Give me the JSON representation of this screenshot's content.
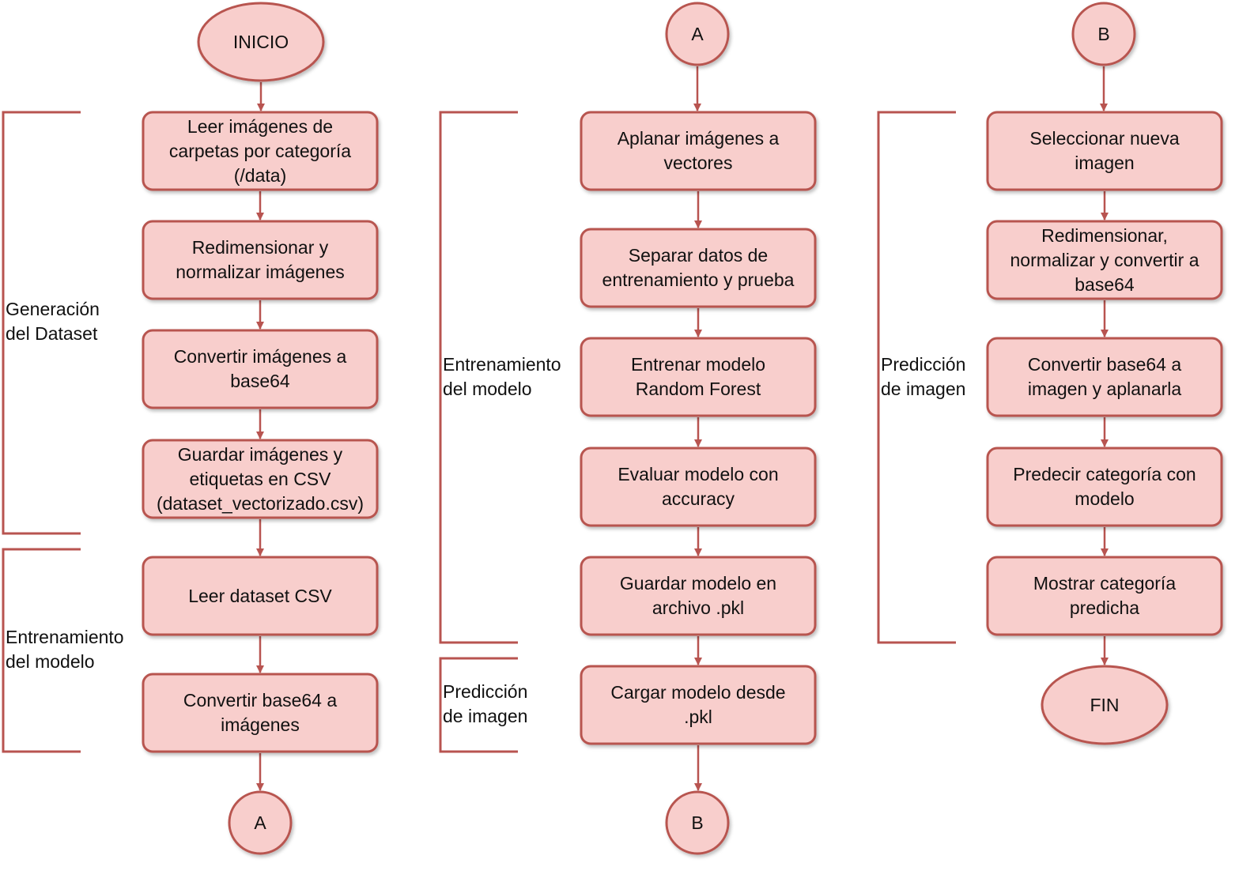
{
  "colors": {
    "fill": "#f8cecc",
    "stroke": "#b85450",
    "text": "#111111"
  },
  "columns": [
    {
      "nodes": [
        {
          "id": "inicio",
          "shape": "ellipse",
          "text": "INICIO"
        },
        {
          "id": "leer-imagenes",
          "shape": "box",
          "text": "Leer imágenes de\ncarpetas por categoría\n(/data)"
        },
        {
          "id": "redimensionar",
          "shape": "box",
          "text": "Redimensionar y\nnormalizar imágenes"
        },
        {
          "id": "convertir-base64",
          "shape": "box",
          "text": "Convertir imágenes a\nbase64"
        },
        {
          "id": "guardar-csv",
          "shape": "box",
          "text": "Guardar imágenes y\netiquetas en CSV\n(dataset_vectorizado.csv)"
        },
        {
          "id": "leer-dataset",
          "shape": "box",
          "text": "Leer dataset CSV"
        },
        {
          "id": "convertir-imagenes",
          "shape": "box",
          "text": "Convertir base64 a\nimágenes"
        },
        {
          "id": "connector-a-out",
          "shape": "circle",
          "text": "A"
        }
      ],
      "groups": [
        {
          "label": "Generación\ndel Dataset"
        },
        {
          "label": "Entrenamiento\ndel modelo"
        }
      ]
    },
    {
      "nodes": [
        {
          "id": "connector-a-in",
          "shape": "circle",
          "text": "A"
        },
        {
          "id": "aplanar",
          "shape": "box",
          "text": "Aplanar imágenes a\nvectores"
        },
        {
          "id": "separar",
          "shape": "box",
          "text": "Separar datos de\nentrenamiento y prueba"
        },
        {
          "id": "entrenar",
          "shape": "box",
          "text": "Entrenar modelo\nRandom Forest"
        },
        {
          "id": "evaluar",
          "shape": "box",
          "text": "Evaluar modelo con\naccuracy"
        },
        {
          "id": "guardar-modelo",
          "shape": "box",
          "text": "Guardar modelo en\narchivo .pkl"
        },
        {
          "id": "cargar-modelo",
          "shape": "box",
          "text": "Cargar modelo desde\n.pkl"
        },
        {
          "id": "connector-b-out",
          "shape": "circle",
          "text": "B"
        }
      ],
      "groups": [
        {
          "label": "Entrenamiento\ndel modelo"
        },
        {
          "label": "Predicción\nde imagen"
        }
      ]
    },
    {
      "nodes": [
        {
          "id": "connector-b-in",
          "shape": "circle",
          "text": "B"
        },
        {
          "id": "seleccionar",
          "shape": "box",
          "text": "Seleccionar nueva\nimagen"
        },
        {
          "id": "redimensionar-convertir",
          "shape": "box",
          "text": "Redimensionar,\nnormalizar y convertir a\nbase64"
        },
        {
          "id": "convertir-aplanar",
          "shape": "box",
          "text": "Convertir base64 a\nimagen y aplanarla"
        },
        {
          "id": "predecir",
          "shape": "box",
          "text": "Predecir categoría con\nmodelo"
        },
        {
          "id": "mostrar",
          "shape": "box",
          "text": "Mostrar categoría\npredicha"
        },
        {
          "id": "fin",
          "shape": "ellipse",
          "text": "FIN"
        }
      ],
      "groups": [
        {
          "label": "Predicción\nde imagen"
        }
      ]
    }
  ]
}
